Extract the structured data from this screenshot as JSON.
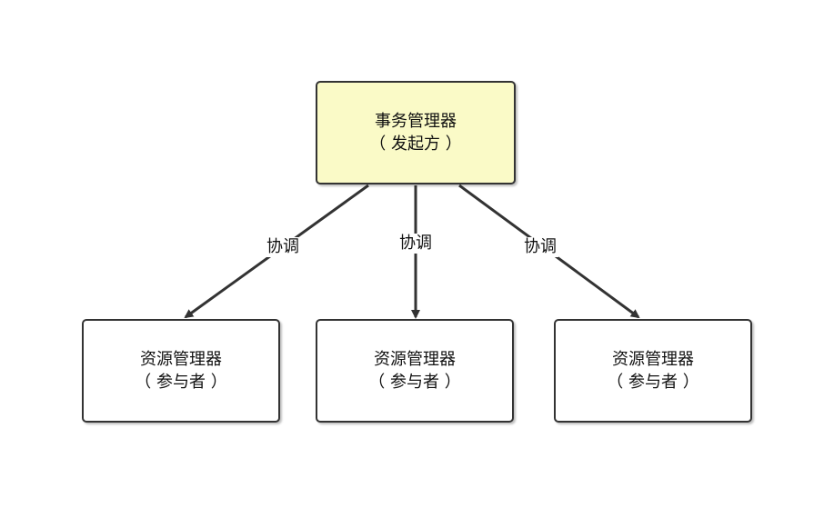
{
  "diagram": {
    "root": {
      "line1": "事务管理器",
      "line2": "（ 发起方 ）",
      "fill": "#fafac7"
    },
    "children": [
      {
        "line1": "资源管理器",
        "line2": "（ 参与者 ）"
      },
      {
        "line1": "资源管理器",
        "line2": "（ 参与者 ）"
      },
      {
        "line1": "资源管理器",
        "line2": "（ 参与者 ）"
      }
    ],
    "edges": [
      {
        "label": "协调"
      },
      {
        "label": "协调"
      },
      {
        "label": "协调"
      }
    ],
    "colors": {
      "stroke": "#333333",
      "node_fill": "#ffffff"
    }
  }
}
